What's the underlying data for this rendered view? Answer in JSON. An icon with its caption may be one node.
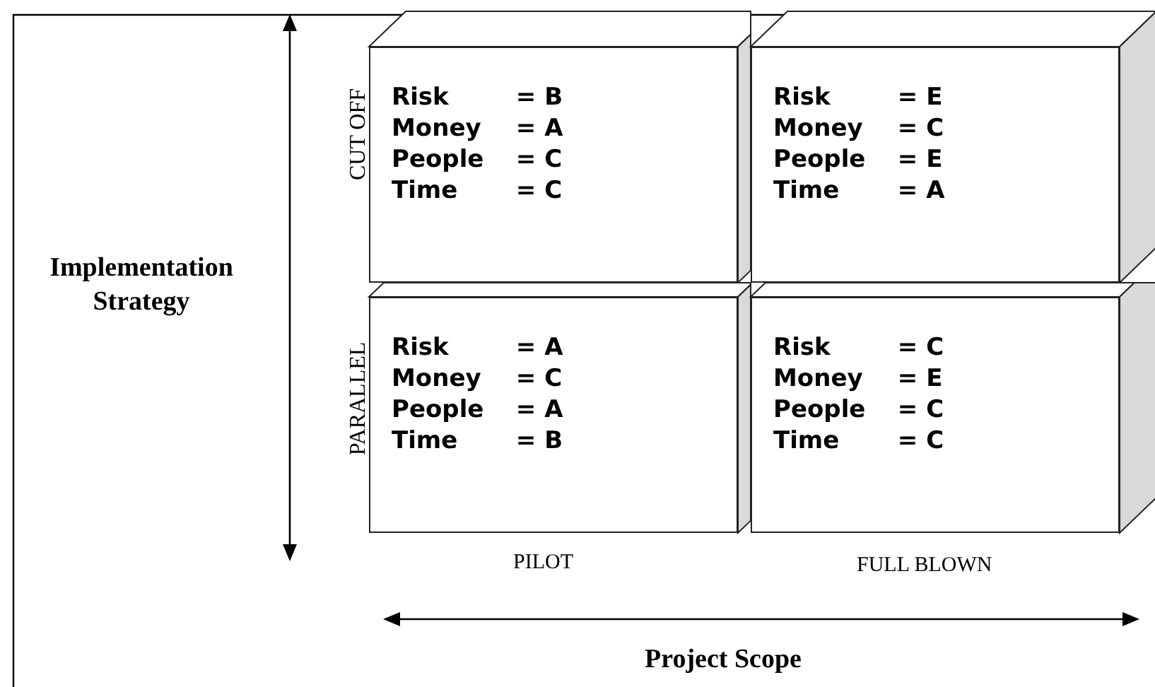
{
  "diagram": {
    "nodes": [
      {
        "text": [
          "Risk = B",
          "Money = A",
          "People = C",
          "Time = C"
        ]
      },
      {
        "text": [
          "Risk = E",
          "Money = C",
          "People = E",
          "Time = A"
        ]
      },
      {
        "text": [
          "Risk = A",
          "Money = C",
          "People = A",
          "Time = B"
        ]
      },
      {
        "text": [
          "Risk = C",
          "Money = E",
          "People = C",
          "Time = C"
        ]
      }
    ],
    "labels": [
      "Implementation Strategy",
      "CUT OFF",
      "PARALLEL",
      "PILOT",
      "FULL BLOWN",
      "Project Scope"
    ]
  }
}
